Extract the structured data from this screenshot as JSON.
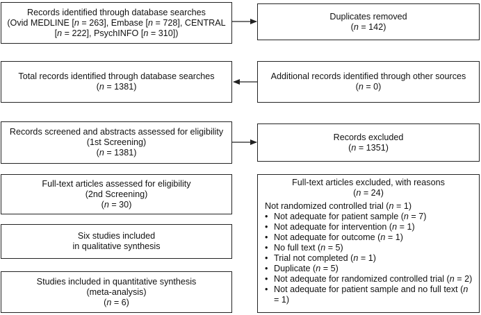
{
  "boxes": {
    "identified": [
      "Records identified through database searches",
      "(Ovid MEDLINE [n = 263], Embase [n = 728], CENTRAL",
      "[n = 222], PsychINFO [n = 310])"
    ],
    "duplicates": [
      "Duplicates removed",
      "(n = 142)"
    ],
    "total": [
      "Total records identified through database searches",
      "(n = 1381)"
    ],
    "additional": [
      "Additional records identified through other sources",
      "(n = 0)"
    ],
    "screened": [
      "Records screened and abstracts assessed for eligibility",
      "(1st Screening)",
      "(n = 1381)"
    ],
    "excluded": [
      "Records excluded",
      "(n = 1351)"
    ],
    "fulltext": [
      "Full-text articles assessed for eligibility",
      "(2nd Screening)",
      "(n = 30)"
    ],
    "qualitative": [
      "Six studies included",
      "in qualitative synthesis"
    ],
    "quantitative": [
      "Studies included in quantitative synthesis",
      "(meta-analysis)",
      "(n = 6)"
    ],
    "fulltext_excluded": {
      "heading": [
        "Full-text articles excluded, with reasons",
        "(n = 24)"
      ],
      "first": "Not randomized controlled trial (n = 1)",
      "bullet_symbol": "•",
      "reasons": [
        "Not adequate for patient sample (n = 7)",
        "Not adequate for intervention (n = 1)",
        "Not adequate for outcome  (n = 1)",
        "No full text (n = 5)",
        "Trial not completed (n = 1)",
        "Duplicate (n = 5)",
        "Not adequate for randomized controlled trial (n = 2)",
        "Not adequate for patient sample and no full text (n = 1)"
      ]
    }
  }
}
